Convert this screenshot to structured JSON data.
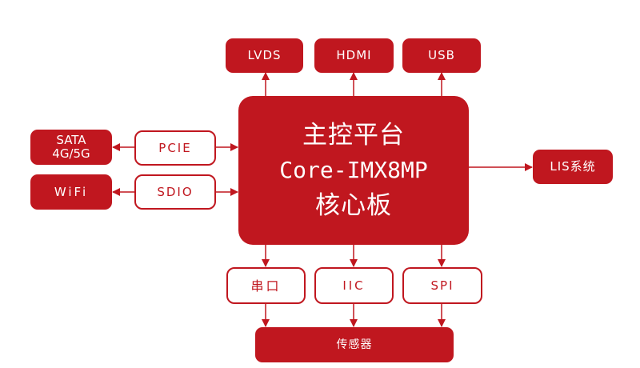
{
  "diagram": {
    "main_block": {
      "line1": "主控平台",
      "line2": "Core-IMX8MP",
      "line3": "核心板"
    },
    "outputs_top": [
      {
        "label": "LVDS"
      },
      {
        "label": "HDMI"
      },
      {
        "label": "USB"
      }
    ],
    "left_interfaces": [
      {
        "label": "PCIE",
        "device": "SATA\n4G/5G"
      },
      {
        "label": "SDIO",
        "device": "WiFi"
      }
    ],
    "right_output": {
      "label": "LIS系统"
    },
    "bottom_buses": [
      {
        "label": "串口"
      },
      {
        "label": "IIC"
      },
      {
        "label": "SPI"
      }
    ],
    "bottom_device": {
      "label": "传感器"
    },
    "colors": {
      "accent": "#c0171f",
      "background": "#ffffff",
      "text_on_accent": "#ffffff"
    }
  }
}
